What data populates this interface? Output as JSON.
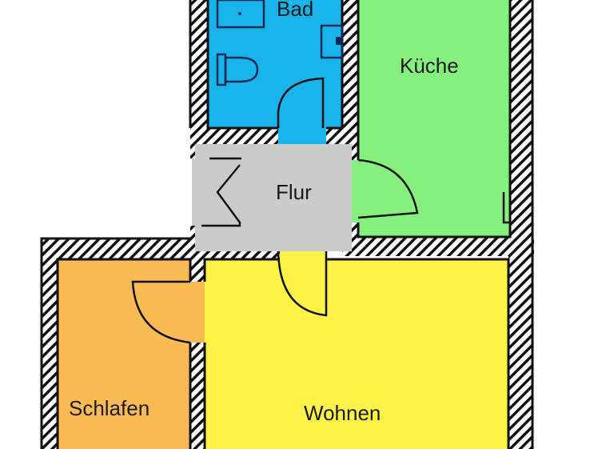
{
  "plan": {
    "rooms": [
      {
        "id": "bad",
        "label": "Bad",
        "color": "#1ab4ec"
      },
      {
        "id": "kueche",
        "label": "Küche",
        "color": "#86f07e"
      },
      {
        "id": "flur",
        "label": "Flur",
        "color": "#c9ccc9"
      },
      {
        "id": "schlafen",
        "label": "Schlafen",
        "color": "#f9bb52"
      },
      {
        "id": "wohnen",
        "label": "Wohnen",
        "color": "#fff34a"
      }
    ],
    "wall_color": "#111111",
    "background": "#ffffff"
  }
}
